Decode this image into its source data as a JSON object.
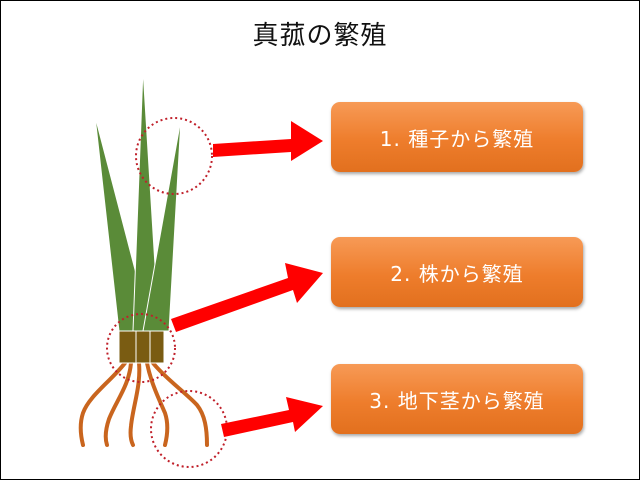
{
  "title": "真菰の繁殖",
  "methods": [
    {
      "label": "1. 種子から繁殖"
    },
    {
      "label": "2. 株から繁殖"
    },
    {
      "label": "3. 地下茎から繁殖"
    }
  ],
  "colors": {
    "leaf": "#5a8b38",
    "stem_base": "#7a5c12",
    "roots": "#c9651e",
    "arrow": "#ff0000",
    "highlight_circle": "#c0202a",
    "box_fill": "#ee7d2c",
    "box_text": "#ffffff"
  }
}
